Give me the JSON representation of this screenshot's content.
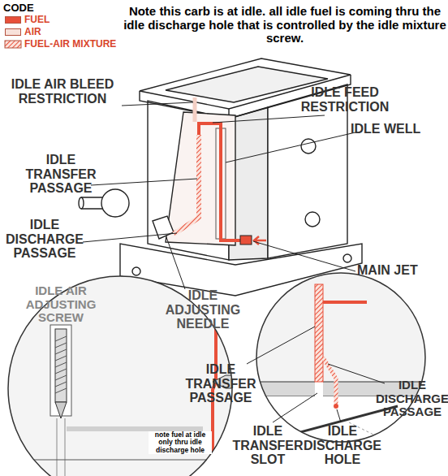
{
  "diagram": {
    "title": "Note this carb is at idle. all idle fuel is coming thru the idle discharge hole that is controlled by the idle mixture screw.",
    "labels": [
      "CODE",
      "IDLE AIR BLEED RESTRICTION",
      "IDLE FEED RESTRICTION",
      "IDLE WELL",
      "IDLE TRANSFER PASSAGE",
      "IDLE DISCHARGE PASSAGE",
      "MAIN JET",
      "IDLE AIR ADJUSTING SCREW",
      "IDLE ADJUSTING NEEDLE",
      "IDLE TRANSFER PASSAGE",
      "IDLE DISCHARGE PASSAGE",
      "IDLE TRANSFER SLOT",
      "IDLE DISCHARGE HOLE",
      "note fuel at idle only thru idle discharge hole"
    ],
    "legend": [
      {
        "text": "FUEL",
        "color": "#e8503a"
      },
      {
        "text": "AIR",
        "color": "#f8e1da"
      },
      {
        "text": "FUEL-AIR MIXTURE"
      }
    ]
  }
}
